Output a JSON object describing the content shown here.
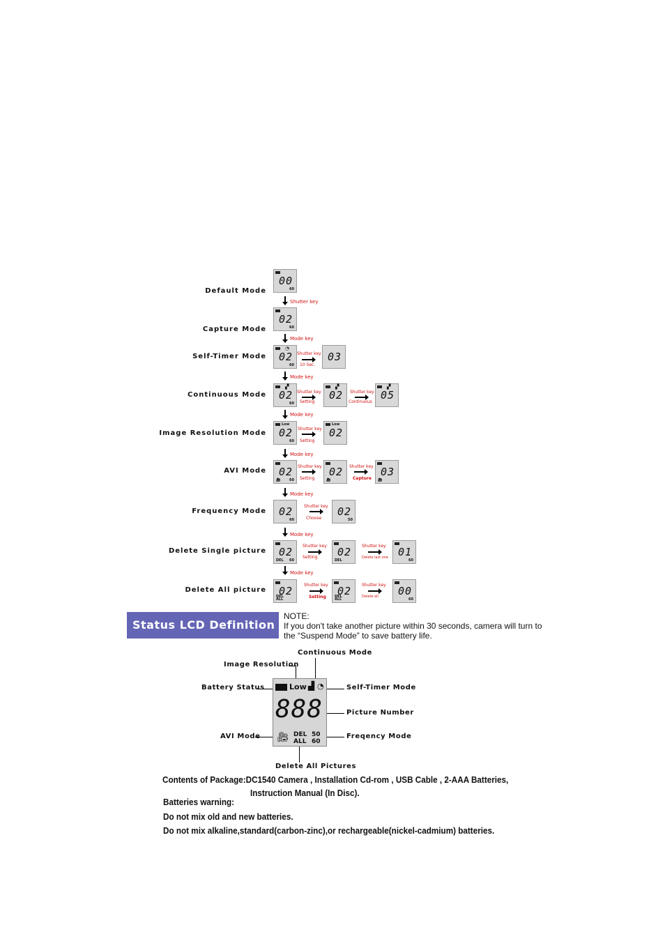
{
  "modes": {
    "default": "Default Mode",
    "capture": "Capture Mode",
    "self_timer": "Self-Timer Mode",
    "continuous": "Continuous Mode",
    "resolution": "Image Resolution Mode",
    "avi": "AVI Mode",
    "frequency": "Frequency Mode",
    "delete_single": "Delete Single picture",
    "delete_all": "Delete All picture"
  },
  "keys": {
    "shutter_key": "Shutter key",
    "mode_key": "Mode key",
    "ten_sec": "10 Sec.",
    "setting": "Setting",
    "continuous": "Continuous",
    "capture": "Capture",
    "choose": "Choose",
    "delete_last": "Delete last one",
    "delete_all": "Delete all"
  },
  "lcd": {
    "n00": "00",
    "n02": "02",
    "n03": "03",
    "n05": "05",
    "n01": "01",
    "low": "Low",
    "hz50": "50",
    "hz60": "60",
    "del": "DEL",
    "all": "ALL",
    "big": "888"
  },
  "status": {
    "title": "Status LCD Definition",
    "note_label": "NOTE:",
    "note_line1": "If you don't take another picture within 30 seconds, camera will turn to",
    "note_line2": "the “Suspend Mode” to save battery life.",
    "continuous_mode": "Continuous Mode",
    "image_resolution": "Image Resolution",
    "battery_status": "Battery Status",
    "self_timer_mode": "Self-Timer Mode",
    "picture_number": "Picture Number",
    "avi_mode": "AVI Mode",
    "freqency_mode": "Freqency Mode",
    "delete_all_pictures": "Delete All Pictures"
  },
  "package": {
    "contents_label": "Contents of Package:",
    "contents_line1": "DC1540 Camera , Installation Cd-rom , USB Cable , 2-AAA Batteries,",
    "contents_line2": "Instruction Manual (In Disc).",
    "warning_title": "Batteries warning:",
    "warning1": "Do not mix old and new batteries.",
    "warning2": "Do not mix alkaline,standard(carbon-zinc),or rechargeable(nickel-cadmium) batteries."
  }
}
